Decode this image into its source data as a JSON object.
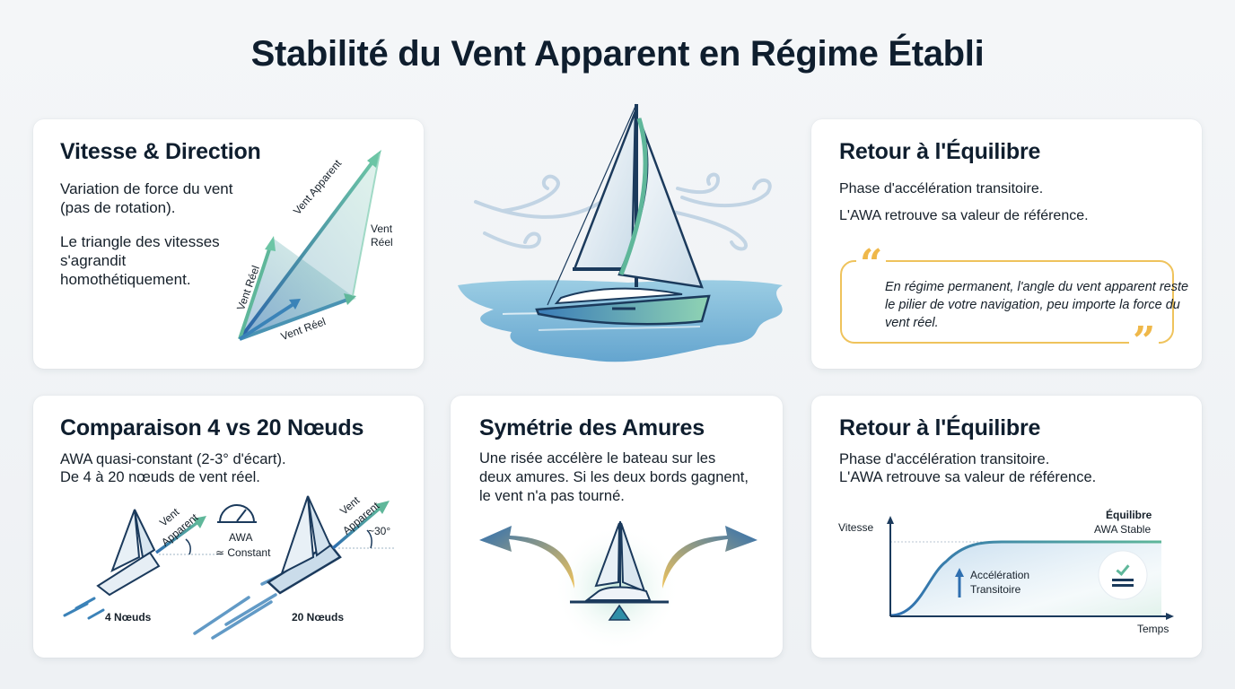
{
  "page": {
    "title": "Stabilité du Vent Apparent en Régime Établi"
  },
  "cards": {
    "vitesse": {
      "title": "Vitesse & Direction",
      "text1": "Variation de force du vent (pas de rotation).",
      "text2": "Le triangle des vitesses s'agrandit homothétiquement.",
      "labels": {
        "apparent": "Vent Apparent",
        "reel_small": "Vent Réel",
        "reel_bottom": "Vent Réel",
        "reel_right_1": "Vent",
        "reel_right_2": "Réel"
      }
    },
    "hero": {
      "illustration": "sailboat-on-water"
    },
    "retour_top": {
      "title": "Retour à l'Équilibre",
      "text1": "Phase d'accélération transitoire.",
      "text2": "L'AWA retrouve sa valeur de référence.",
      "quote": "En régime permanent, l'angle du vent apparent reste le pilier de votre navigation, peu importe la force du vent réel.",
      "quote_open": "“",
      "quote_close": "”"
    },
    "comparaison": {
      "title": "Comparaison 4 vs 20 Nœuds",
      "text1": "AWA quasi-constant (2-3° d'écart).",
      "text2": "De 4 à 20 nœuds de vent réel.",
      "boat_small_label": "4 Nœuds",
      "boat_large_label": "20 Nœuds",
      "wind_label_1": "Vent",
      "wind_label_2": "Apparent",
      "gauge_label_1": "AWA",
      "gauge_label_2": "≃ Constant",
      "angle_label": "~30°"
    },
    "symetrie": {
      "title": "Symétrie des Amures",
      "text": "Une risée accélère le bateau sur les deux amures. Si les deux bords gagnent, le vent n'a pas tourné."
    },
    "retour_bottom": {
      "title": "Retour à l'Équilibre",
      "text1": "Phase d'accélération transitoire.",
      "text2": "L'AWA retrouve sa valeur de référence.",
      "y_axis": "Vitesse",
      "x_axis": "Temps",
      "equilibre_title": "Équilibre",
      "equilibre_sub": "AWA Stable",
      "accel_1": "Accélération",
      "accel_2": "Transitoire"
    }
  },
  "colors": {
    "title": "#0f1e2e",
    "blue": "#2f6fb0",
    "teal": "#5fb79a",
    "gold": "#efc35c",
    "navy": "#1b3a5c",
    "background": "#f2f4f7"
  }
}
